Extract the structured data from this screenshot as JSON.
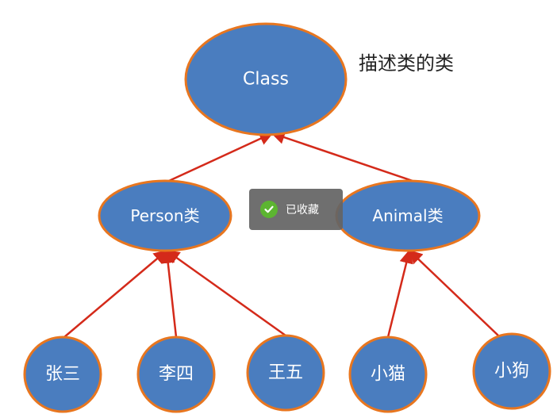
{
  "colors": {
    "node_fill": "#4a7dbf",
    "node_stroke": "#e8761f",
    "arrow": "#d42a1a",
    "toast_bg": "#646464",
    "toast_icon": "#5cb531"
  },
  "annotation": "描述类的类",
  "nodes": {
    "class": "Class",
    "person": "Person类",
    "animal": "Animal类",
    "zhangsan": "张三",
    "lisi": "李四",
    "wangwu": "王五",
    "cat": "小猫",
    "dog": "小狗"
  },
  "edges": [
    {
      "from": "person",
      "to": "class"
    },
    {
      "from": "animal",
      "to": "class"
    },
    {
      "from": "zhangsan",
      "to": "person"
    },
    {
      "from": "lisi",
      "to": "person"
    },
    {
      "from": "wangwu",
      "to": "person"
    },
    {
      "from": "cat",
      "to": "animal"
    },
    {
      "from": "dog",
      "to": "animal"
    }
  ],
  "toast": {
    "text": "已收藏",
    "icon": "check-circle-icon"
  }
}
